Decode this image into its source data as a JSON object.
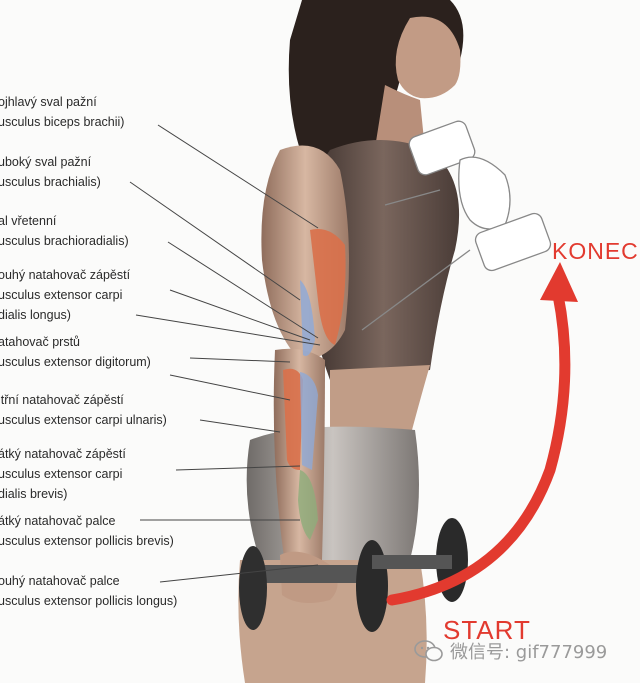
{
  "labels": [
    {
      "line1": "ojhlavý sval pažní",
      "line2": "usculus biceps brachii)"
    },
    {
      "line1": "uboký sval pažní",
      "line2": "usculus brachialis)"
    },
    {
      "line1": "al vřetenní",
      "line2": "usculus brachioradialis)"
    },
    {
      "line1": "ouhý natahovač zápěstí",
      "line2": "usculus extensor carpi",
      "line3": "dialis longus)"
    },
    {
      "line1": "atahovač prstů",
      "line2": "usculus extensor digitorum)"
    },
    {
      "line1": "itřní natahovač zápěstí",
      "line2": "usculus extensor carpi ulnaris)"
    },
    {
      "line1": "átký natahovač zápěstí",
      "line2": "usculus extensor carpi",
      "line3": "dialis brevis)"
    },
    {
      "line1": "átký natahovač palce",
      "line2": "usculus extensor pollicis brevis)"
    },
    {
      "line1": "ouhý natahovač palce",
      "line2": "usculus extensor pollicis longus)"
    }
  ],
  "konec_label": "KONEC",
  "start_label": "START",
  "watermark": "微信号: gif777999",
  "colors": {
    "arrow": "#e23a2f",
    "muscle": "#d9704a",
    "tendon": "#8fa9d6",
    "skin": "#c9a48c",
    "top": "#5a4a44",
    "hair": "#2b211d"
  }
}
